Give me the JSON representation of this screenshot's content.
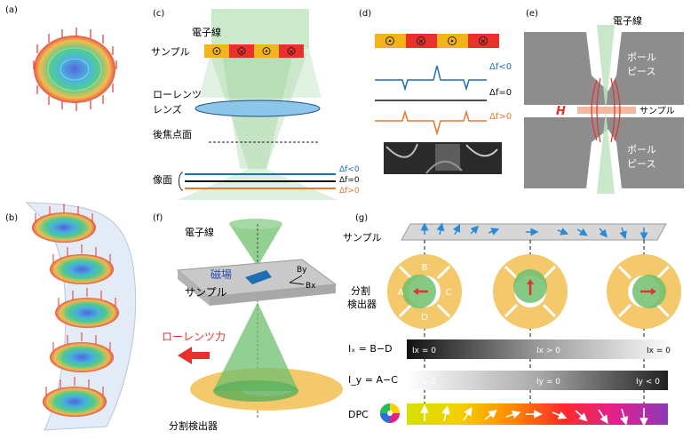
{
  "panels": {
    "a": {
      "label": "(a)"
    },
    "b": {
      "label": "(b)"
    },
    "c": {
      "label": "(c)",
      "beam": "電子線",
      "sample": "サンプル",
      "lens": [
        "ローレンツ",
        "レンズ"
      ],
      "focal": "後焦点面",
      "image": "像面",
      "df_neg": "Δf<0",
      "df_zero": "Δf=0",
      "df_pos": "Δf>0"
    },
    "d": {
      "label": "(d)",
      "df_neg": "Δf<0",
      "df_zero": "Δf=0",
      "df_pos": "Δf>0"
    },
    "e": {
      "label": "(e)",
      "beam": "電子線",
      "pole_top": [
        "ポール",
        "ピース"
      ],
      "pole_bot": [
        "ポール",
        "ピース"
      ],
      "field": "H",
      "sample": "サンプル"
    },
    "f": {
      "label": "(f)",
      "beam": "電子線",
      "field": "磁場",
      "sample": "サンプル",
      "by": "By",
      "bx": "Bx",
      "force": "ローレンツ力",
      "detector": "分割検出器"
    },
    "g": {
      "label": "(g)",
      "sample": "サンプル",
      "detector": [
        "分割",
        "検出器"
      ],
      "quad": [
        "B",
        "A",
        "C",
        "D"
      ],
      "ix_label": "Iₓ = B−D",
      "iy_label": "I_y = A−C",
      "dpc_label": "DPC",
      "ix_vals": [
        "Ix = 0",
        "Ix > 0",
        "Ix = 0"
      ],
      "iy_vals": [
        "Iy > 0",
        "Iy = 0",
        "Iy < 0"
      ]
    }
  },
  "colors": {
    "green": "#7fc97f",
    "yellow": "#f3c96b",
    "red": "#e8302c",
    "blue": "#1f6fb5",
    "orange": "#e8772e",
    "gray": "#8a8a8a"
  }
}
